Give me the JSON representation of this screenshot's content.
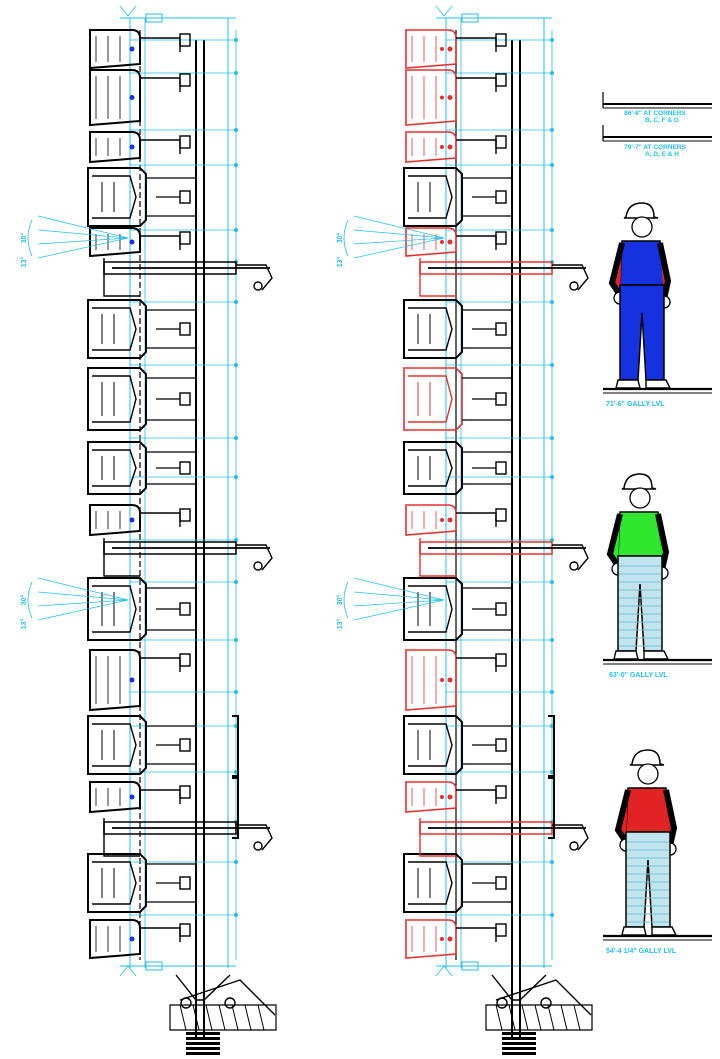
{
  "colors": {
    "background": "#ffffff",
    "line": "#000000",
    "dimension": "#22bfe6",
    "highlight": "#e53030",
    "worker_blue": "#1532e0",
    "worker_red": "#e02424",
    "worker_green": "#2ee62e",
    "worker_light_blue": "#bfe4ee"
  },
  "annotations": {
    "corners_bcfg": "86'-8\" AT CORNERS\nB, C, F & G",
    "corners_adeh": "79'-7\" AT CORNERS\nA, D, E & H",
    "gally_top": "71'-6\" GALLY LVL",
    "gally_mid": "63'-0\" GALLY LVL",
    "gally_bottom": "54'-4 1/4\" GALLY LVL"
  },
  "angle_labels": {
    "left_upper_a": "30°",
    "left_upper_b": "13°",
    "left_lower_a": "30°",
    "left_lower_b": "13°",
    "right_upper_a": "30°",
    "right_upper_b": "13°",
    "right_lower_a": "30°",
    "right_lower_b": "13°"
  },
  "elevations": [
    {
      "name": "left-elevation",
      "highlight_red": false
    },
    {
      "name": "right-elevation",
      "highlight_red": true
    }
  ],
  "figures": [
    {
      "name": "worker-top",
      "shirt": "blue",
      "pants": "blue"
    },
    {
      "name": "worker-middle",
      "shirt": "green",
      "pants": "light-blue"
    },
    {
      "name": "worker-bottom",
      "shirt": "red",
      "pants": "light-blue"
    }
  ]
}
